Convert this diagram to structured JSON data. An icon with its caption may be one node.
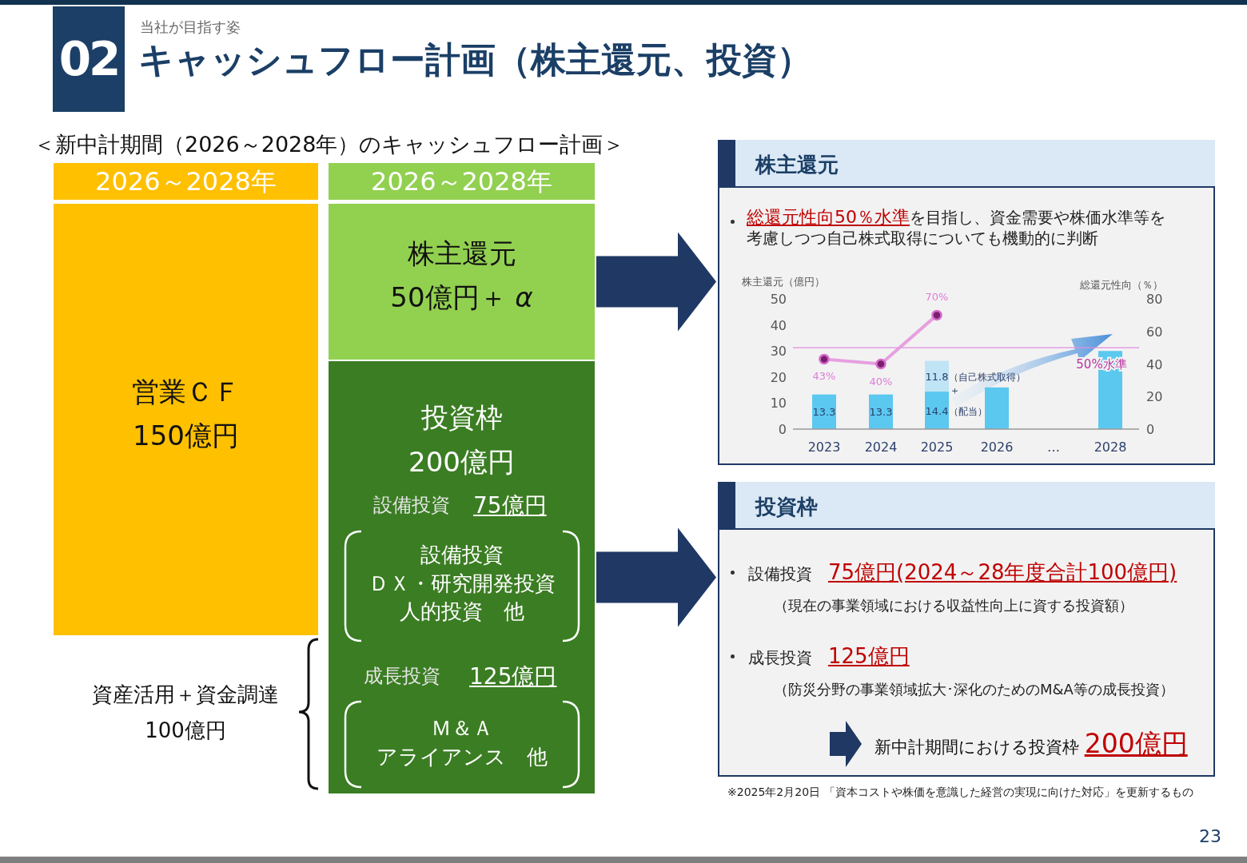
{
  "diagram": {
    "title": "キャッシュフロー計画（株主還元、投資）",
    "nodes": [
      {
        "text": [
          "2026～2028年"
        ]
      },
      {
        "text": [
          "営業ＣＦ",
          "150億円"
        ]
      },
      {
        "text": [
          "2026～2028年"
        ]
      },
      {
        "text": [
          "株主還元",
          "50億円＋ *α*"
        ]
      },
      {
        "text": [
          "投資枠",
          "200億円"
        ]
      },
      {
        "text": [
          "設備投資",
          "75億円",
          "設備投資",
          "ＤＸ・研究開発投資",
          "人的投資　他"
        ],
        "in": 4
      },
      {
        "text": [
          "成長投資",
          "125億円",
          "Ｍ＆Ａ",
          "アライアンス　他"
        ],
        "in": 4
      },
      {
        "text": [
          "株主還元",
          "総還元性向50％水準",
          "を目指し、資金需要や株価水準等を考慮しつつ自己株式取得についても機動的に判断"
        ]
      },
      {
        "text": [
          "投資枠",
          "設備投資",
          "75億円(2024～28年度合計100億円)",
          "（現在の事業領域における収益性向上に資する投資額）",
          "成長投資",
          "125億円",
          "（防災分野の事業領域拡大･深化のためのM&A等の成長投資）"
        ]
      },
      {
        "text": [
          "新中計期間における投資枠",
          "200億円"
        ],
        "in": 8
      }
    ],
    "edges": [
      {
        "from": 3,
        "to": 7,
        "arrow": "to"
      },
      {
        "from": 4,
        "to": 8,
        "arrow": "to"
      },
      {
        "from": null,
        "to": 9,
        "arrow": "to"
      }
    ],
    "labels": [
      "02",
      "当社が目指す姿",
      "＜新中計期間（2026～2028年）のキャッシュフロー計画＞",
      "資産活用＋資金調達",
      "100億円",
      "※2025年2月20日 「資本コストや株価を意識した経営の実現に向けた対応」を更新するもの",
      "23"
    ],
    "chart_data": {
      "type": "bar",
      "ylabel": "株主還元（億円）",
      "categories": [
        "2023",
        "2024",
        "2025",
        "2026",
        "…",
        "2028"
      ],
      "ylim": [
        0,
        50
      ],
      "yticks": [
        0,
        10,
        20,
        30,
        40,
        50
      ],
      "stacked": true,
      "y2label": "総還元性向（％）",
      "y2lim": [
        0,
        80
      ],
      "y2ticks": [
        0,
        20,
        40,
        60,
        80
      ],
      "series": [
        {
          "name": "（配当）",
          "color": "#5bc8f0",
          "values": [
            13.3,
            13.3,
            14.4,
            null,
            null,
            null
          ],
          "value_labels": [
            "13.3",
            "13.3",
            "14.4",
            null,
            null,
            null
          ]
        },
        {
          "name": "（自己株式取得）",
          "color": "#bfe4f6",
          "values": [
            null,
            null,
            11.8,
            null,
            null,
            null
          ],
          "value_labels": [
            null,
            null,
            "11.8",
            null,
            null,
            null
          ]
        },
        {
          "color": "#5bc8f0",
          "values": [
            null,
            null,
            null,
            16,
            null,
            30
          ]
        },
        {
          "type": "line",
          "axis": "y2",
          "marker": true,
          "color": "#e6a0e0",
          "values": [
            43,
            40,
            70,
            null,
            null,
            null
          ],
          "value_labels": [
            "43%",
            "40%",
            "70%",
            null,
            null,
            null
          ]
        }
      ],
      "ref_lines": [
        {
          "value": 50,
          "axis": "y2",
          "label": "50%水準",
          "color": "#e08ce0"
        }
      ],
      "annotations": [
        {
          "text": "＋",
          "x": "2025",
          "y": 14.4
        }
      ]
    }
  }
}
